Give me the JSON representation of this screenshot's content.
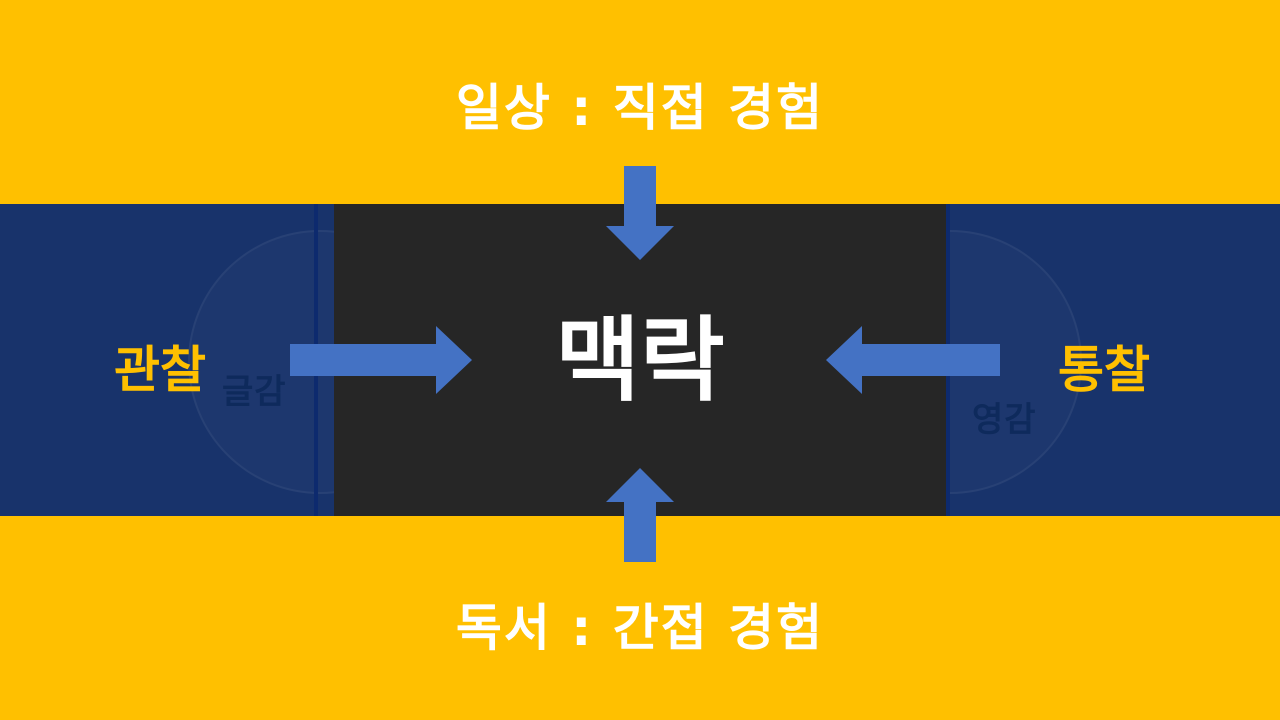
{
  "diagram": {
    "center_label": "맥락",
    "top_label": "일상 : 직접 경험",
    "bottom_label": "독서 : 간접 경험",
    "left_label": "관찰",
    "right_label": "통찰",
    "left_ghost": "글감",
    "right_ghost": "영감"
  },
  "colors": {
    "band_yellow": "#FFC000",
    "band_navy": "#18336B",
    "center_dark": "#262626",
    "arrow_blue": "#4472C4",
    "label_white": "#FFFFFF"
  }
}
